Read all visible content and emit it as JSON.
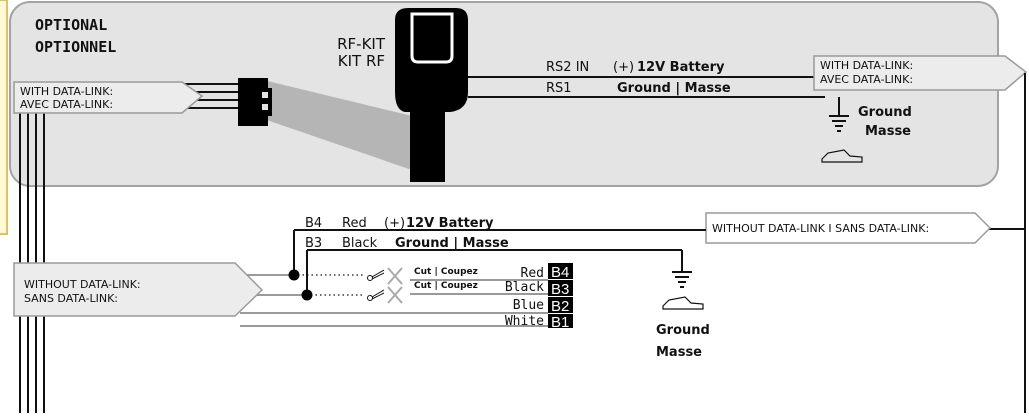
{
  "optional_panel": {
    "title_line1": "OPTIONAL",
    "title_line2": "OPTIONNEL"
  },
  "rf_kit": {
    "label_line1": "RF-KIT",
    "label_line2": "KIT RF"
  },
  "rf_connections": [
    {
      "pin": "RS2 IN",
      "prefix": "(+)",
      "function": "12V Battery"
    },
    {
      "pin": "RS1",
      "prefix": "",
      "function": "Ground | Masse"
    }
  ],
  "left_datalink_box": {
    "line1": "WITH DATA-LINK:",
    "line2": "AVEC DATA-LINK:"
  },
  "right_datalink_box": {
    "line1": "WITH DATA-LINK:",
    "line2": "AVEC DATA-LINK:"
  },
  "top_ground": {
    "line1": "Ground",
    "line2": "Masse"
  },
  "without_box_right": {
    "text": "WITHOUT DATA-LINK I SANS DATA-LINK:"
  },
  "without_box_left": {
    "line1": "WITHOUT DATA-LINK:",
    "line2": "SANS DATA-LINK:"
  },
  "harness_wires": [
    {
      "pin": "B4",
      "color": "Red",
      "prefix": "(+)",
      "function": "12V Battery"
    },
    {
      "pin": "B3",
      "color": "Black",
      "prefix": "",
      "function": "Ground | Masse"
    }
  ],
  "cut_label": "Cut | Coupez",
  "connector_pins": [
    {
      "color": "Red",
      "pin": "B4"
    },
    {
      "color": "Black",
      "pin": "B3"
    },
    {
      "color": "Blue",
      "pin": "B2"
    },
    {
      "color": "White",
      "pin": "B1"
    }
  ],
  "bottom_ground": {
    "line1": "Ground",
    "line2": "Masse"
  },
  "colors": {
    "panel_fill": "#e4e4e4",
    "panel_border": "#a3a3a3",
    "wire": "#9a9a9a",
    "side_box": "#fff9d6",
    "side_border": "#d9c36a"
  }
}
